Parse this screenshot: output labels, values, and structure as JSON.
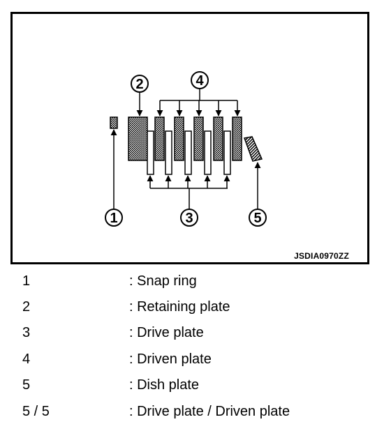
{
  "figure": {
    "id": "JSDIA0970ZZ",
    "callouts": [
      "1",
      "2",
      "3",
      "4",
      "5"
    ]
  },
  "legend": [
    {
      "num": "1",
      "desc": ": Snap ring"
    },
    {
      "num": "2",
      "desc": ": Retaining plate"
    },
    {
      "num": "3",
      "desc": ": Drive plate"
    },
    {
      "num": "4",
      "desc": ": Driven plate"
    },
    {
      "num": "5",
      "desc": ": Dish plate"
    },
    {
      "num": "5 / 5",
      "desc": ": Drive plate / Driven plate"
    }
  ]
}
